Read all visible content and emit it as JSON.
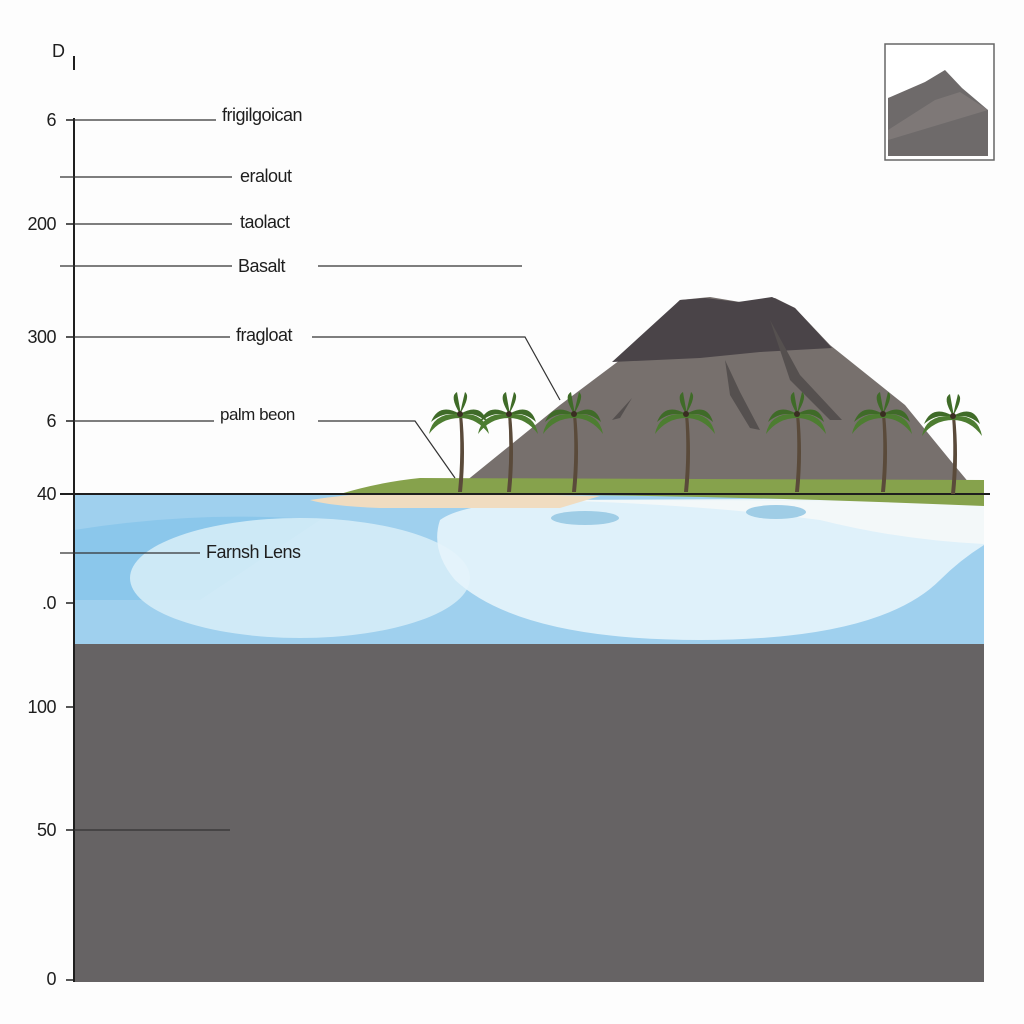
{
  "axis": {
    "top_label": "D",
    "ticks": [
      "6",
      "200",
      "300",
      "6",
      "40",
      ".0",
      "100",
      "50",
      "0"
    ]
  },
  "labels": {
    "l1": "frigilgoican",
    "l2": "eralout",
    "l3": "taolact",
    "l4": "Basalt",
    "l5": "fragloat",
    "l6": "palm beon",
    "l7": "Farnsh Lens"
  },
  "colors": {
    "sky": "#fdfdfd",
    "ocean": "#9fd0ee",
    "lens": "#d8eef8",
    "seabed": "#666364",
    "volcano": "#77706d",
    "crater": "#4a4448",
    "grass": "#86a24c",
    "sand": "#f0dcc0",
    "palm": "#3f6b28"
  },
  "icons": [
    "mountain-thumbnail-icon",
    "palm-tree-icon",
    "volcano-icon"
  ]
}
